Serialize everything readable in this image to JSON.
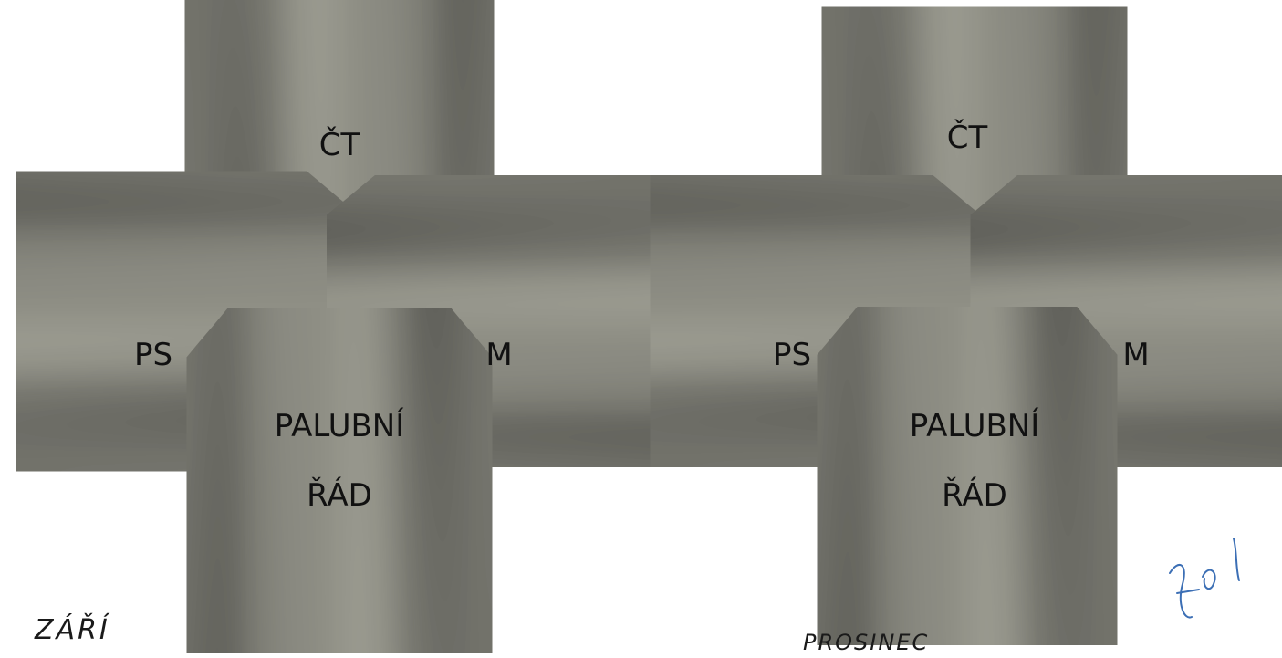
{
  "clovers": [
    {
      "month_label": "ZÁŘÍ",
      "petals": {
        "top": {
          "label": "ČT",
          "color": "#f5ec2e"
        },
        "left": {
          "label": "PS",
          "color": "#f4ea2a"
        },
        "right": {
          "label": "M",
          "color": "#b8d82c"
        },
        "bottom": {
          "label": [
            "PALUBNÍ",
            "ŘÁD"
          ],
          "color": "#f6e31e"
        }
      }
    },
    {
      "month_label": "PROSINEC",
      "petals": {
        "top": {
          "label": "ČT",
          "color": "#cfe24a"
        },
        "left": {
          "label": "PS",
          "color": "#f8ec24"
        },
        "right": {
          "label": "M",
          "color": "#c7de3f"
        },
        "bottom": {
          "label": [
            "PALUBNÍ",
            "ŘÁD"
          ],
          "color": "#f4e21e"
        }
      }
    }
  ],
  "colors": {
    "outline": "#2a2a2a",
    "text": "#111111",
    "signature_ink": "#3c6fb5"
  },
  "icons": {
    "signature": "handwritten-signature-icon"
  }
}
